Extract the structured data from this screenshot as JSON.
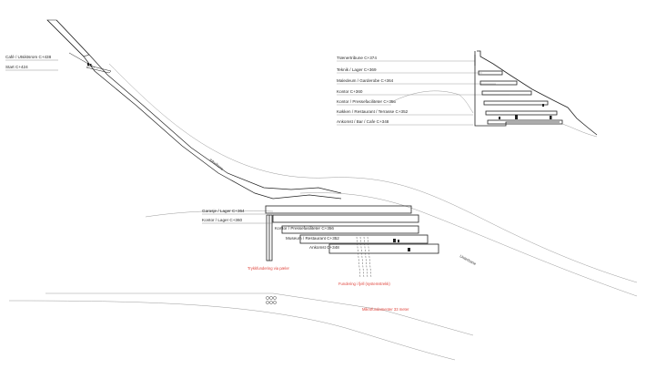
{
  "main_section": {
    "labels": {
      "cafe": "Café / Utsiktsrom  C+438",
      "start": "Start  C+424",
      "garage": "Garasje / Lager  C+364",
      "kontor": "Kontor / Lager  C+360",
      "presse": "Kontor / Pressefasiliteter  C+356",
      "museum": "Museum / Restaurant  C+352",
      "ankomst": "Ankomst  C+348",
      "inrun_top": "Inkelbane",
      "inrun_bottom": "Unterbane"
    },
    "annotations": {
      "foundation_left": "Trykkfundering via pæler",
      "foundation_mid": "Fundering i fjell (systemstrekk)",
      "foundation_bottom": "Mikrofundamenter 33 meter"
    }
  },
  "detail_section": {
    "labels": {
      "trainer": "Trænertribune  C+374",
      "teknik": "Teknik / Lager C+369",
      "maledeum": "Maledeum / Garderobe C+364",
      "kontor": "Kontor  C+360",
      "presse": "Kontor / Pressefaciliteter  C+356",
      "kokken": "Køkken / Restaurant / Terrasse  C+352",
      "ankomst": "Ankomst / Bar / Cafe  C+348"
    }
  },
  "colors": {
    "line": "#222222",
    "thin": "#9a9a9a",
    "annotation": "#e0443c"
  }
}
